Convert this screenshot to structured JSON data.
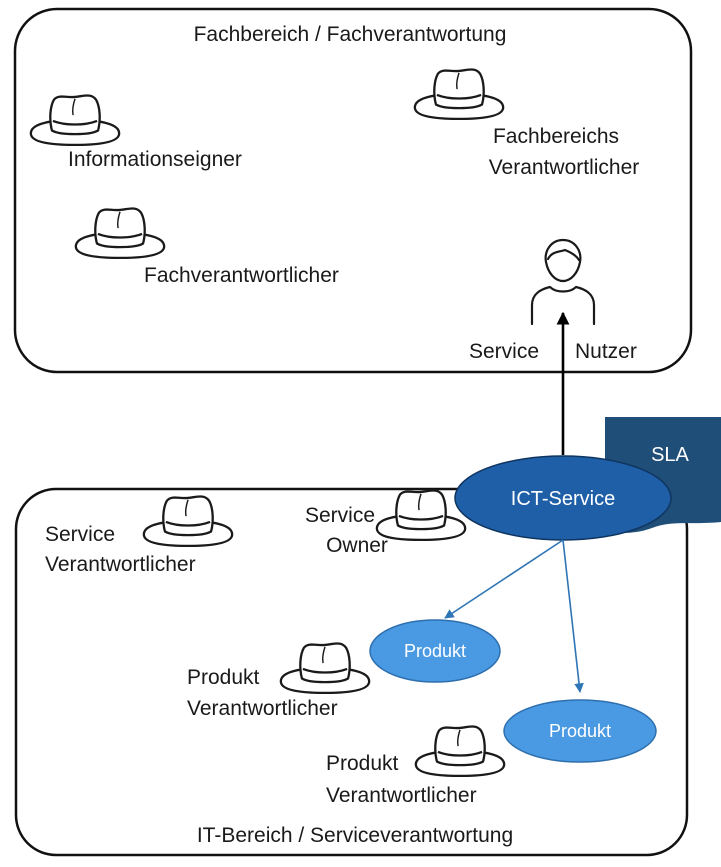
{
  "top_box": {
    "title": "Fachbereich / Fachverantwortung",
    "roles": {
      "informationseigner": "Informationseigner",
      "fachbereichs_line1": "Fachbereichs",
      "fachbereichs_line2": "Verantwortlicher",
      "fachverantwortlicher": "Fachverantwortlicher"
    },
    "user": {
      "word1": "Service",
      "word2": "Nutzer"
    }
  },
  "bottom_box": {
    "title": "IT-Bereich / Serviceverantwortung",
    "roles": {
      "service_verantw_line1": "Service",
      "service_verantw_line2": "Verantwortlicher",
      "service_owner_line1": "Service",
      "service_owner_line2": "Owner",
      "produkt1_line1": "Produkt",
      "produkt1_line2": "Verantwortlicher",
      "produkt2_line1": "Produkt",
      "produkt2_line2": "Verantwortlicher"
    }
  },
  "sla": {
    "label": "SLA"
  },
  "service": {
    "label": "ICT-Service"
  },
  "products": [
    {
      "label": "Produkt"
    },
    {
      "label": "Produkt"
    }
  ],
  "colors": {
    "sla_fill": "#1f4e79",
    "service_fill": "#1f5fa8",
    "product_fill": "#4a9ae3",
    "arrow_blue": "#2e75b6",
    "arrow_black": "#000000"
  }
}
